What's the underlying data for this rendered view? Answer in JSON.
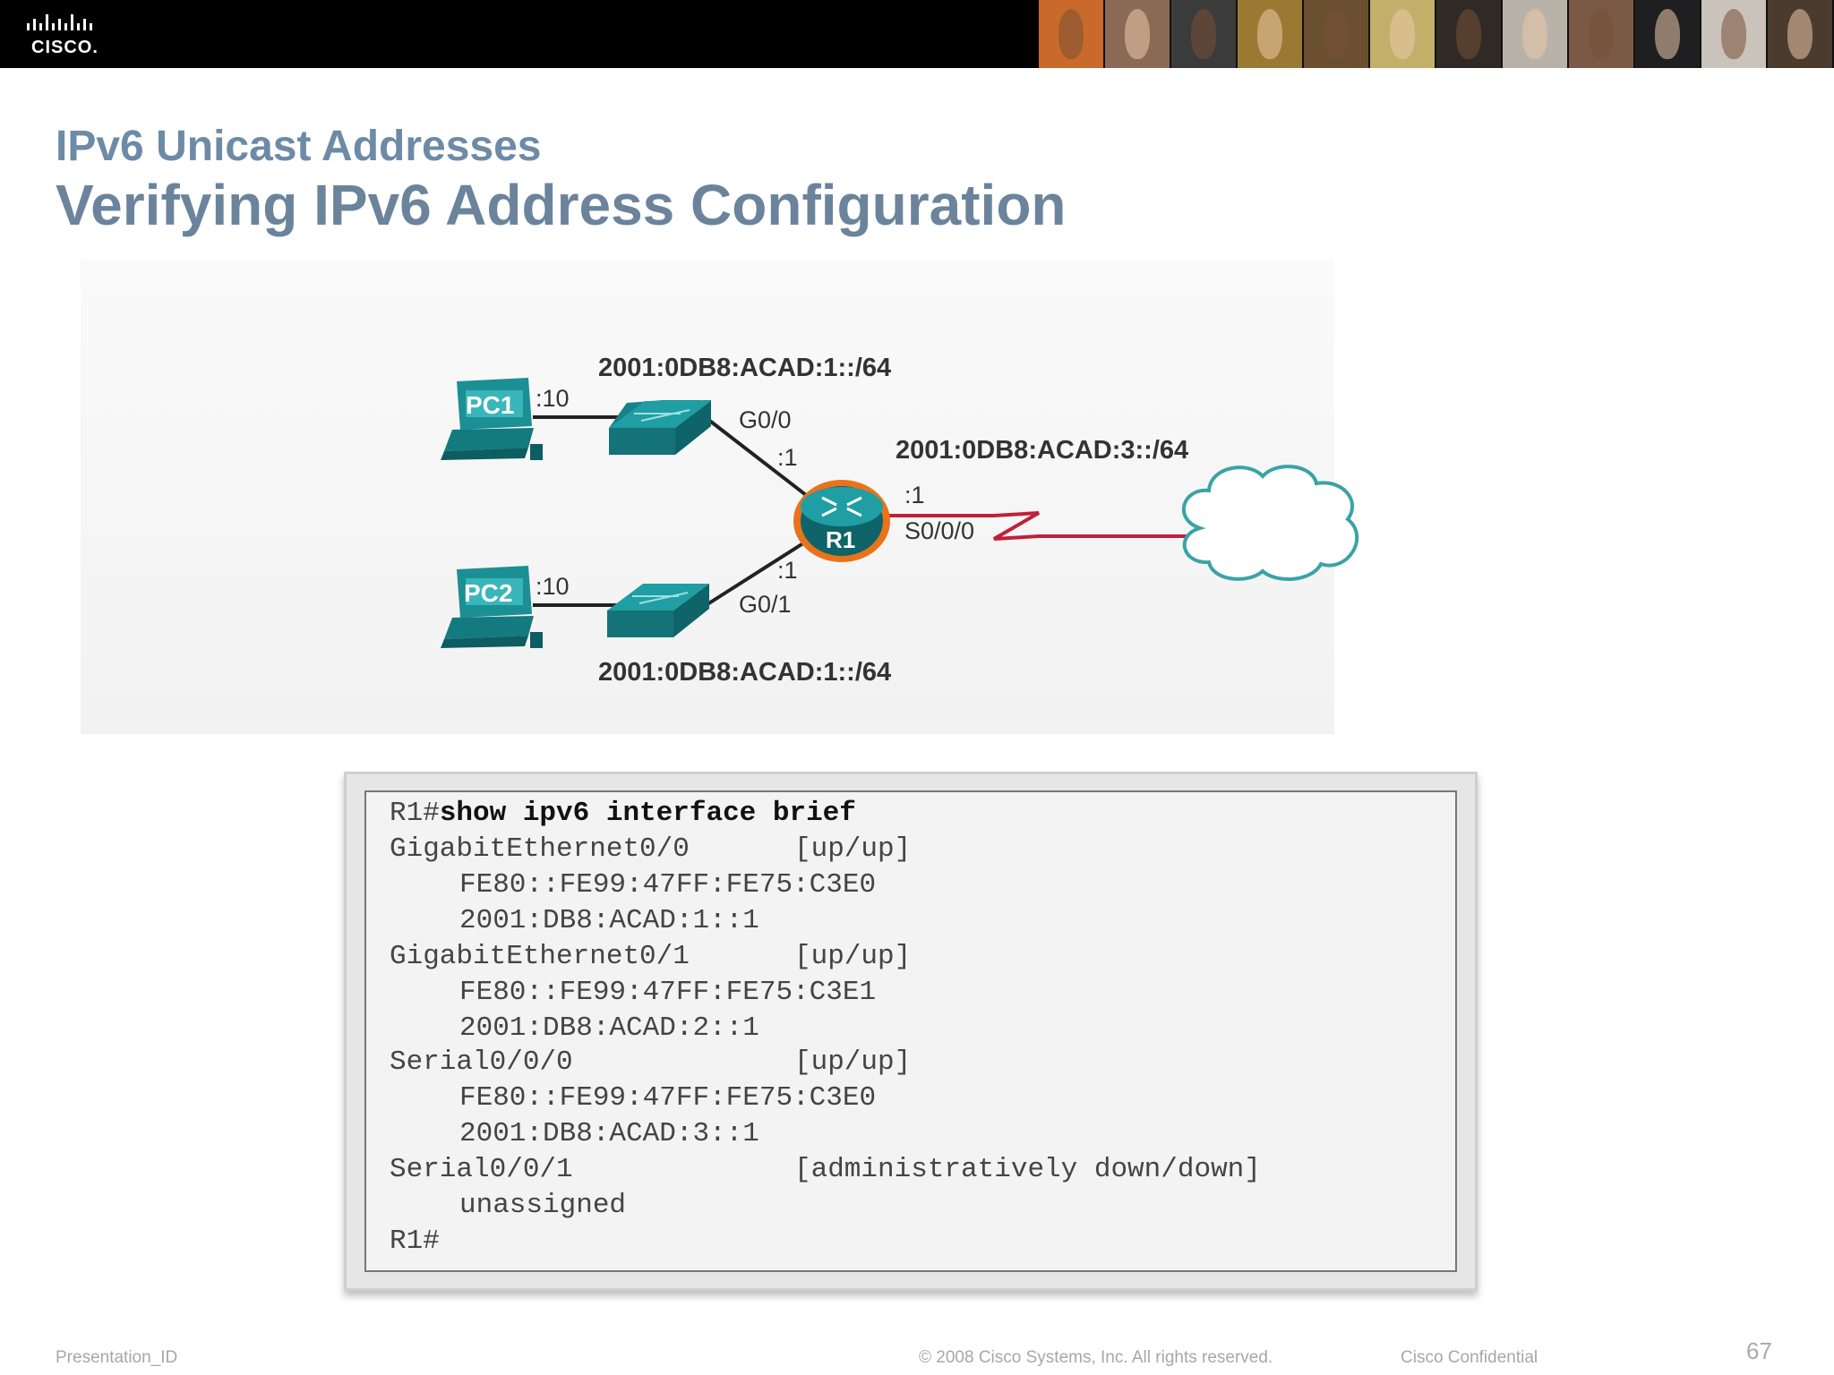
{
  "header": {
    "logo_text": "CISCO.",
    "photo_colors": [
      "#c96a2a",
      "#8a6a55",
      "#3b3b3b",
      "#9a7a32",
      "#6a5030",
      "#c2b06a",
      "#2f2a26",
      "#b9b2a8",
      "#7a5a45",
      "#1f1f22",
      "#c9c3bb",
      "#4b3b2e"
    ]
  },
  "slide": {
    "kicker": "IPv6 Unicast Addresses",
    "title": "Verifying IPv6 Address Configuration"
  },
  "diagram": {
    "pc1_label": "PC1",
    "pc2_label": "PC2",
    "pc1_host": ":10",
    "pc2_host": ":10",
    "net_top": "2001:0DB8:ACAD:1::/64",
    "net_bottom": "2001:0DB8:ACAD:1::/64",
    "net_right": "2001:0DB8:ACAD:3::/64",
    "g00": "G0/0",
    "g00_host": ":1",
    "g01": "G0/1",
    "g01_host": ":1",
    "s000": "S0/0/0",
    "s000_host": ":1",
    "router_label": "R1",
    "colors": {
      "device": "#1b8f94",
      "device_dark": "#0f6469",
      "serial": "#c0203a",
      "cloud": "#3aa3a5",
      "router_ring": "#e8731a"
    }
  },
  "cli": {
    "prompt": "R1#",
    "command": "show ipv6 interface brief",
    "interfaces": [
      {
        "name": "GigabitEthernet0/0",
        "status": "[up/up]",
        "addrs": [
          "FE80::FE99:47FF:FE75:C3E0",
          "2001:DB8:ACAD:1::1"
        ]
      },
      {
        "name": "GigabitEthernet0/1",
        "status": "[up/up]",
        "addrs": [
          "FE80::FE99:47FF:FE75:C3E1",
          "2001:DB8:ACAD:2::1"
        ]
      },
      {
        "name": "Serial0/0/0",
        "status": "[up/up]",
        "addrs": [
          "FE80::FE99:47FF:FE75:C3E0",
          "2001:DB8:ACAD:3::1"
        ]
      },
      {
        "name": "Serial0/0/1",
        "status": "[administratively down/down]",
        "addrs": [
          "unassigned"
        ]
      }
    ],
    "end_prompt": "R1#"
  },
  "footer": {
    "presentation_id": "Presentation_ID",
    "copyright": "© 2008 Cisco Systems, Inc. All rights reserved.",
    "confidential": "Cisco Confidential",
    "page": "67"
  }
}
